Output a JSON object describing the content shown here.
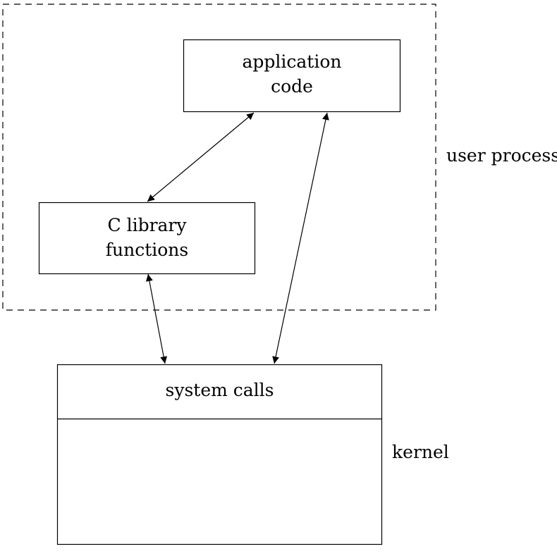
{
  "diagram": {
    "boxes": {
      "application_code": {
        "line1": "application",
        "line2": "code"
      },
      "c_library": {
        "line1": "C library",
        "line2": "functions"
      },
      "system_calls": {
        "label": "system calls"
      }
    },
    "regions": {
      "user_process": "user process",
      "kernel": "kernel"
    }
  }
}
